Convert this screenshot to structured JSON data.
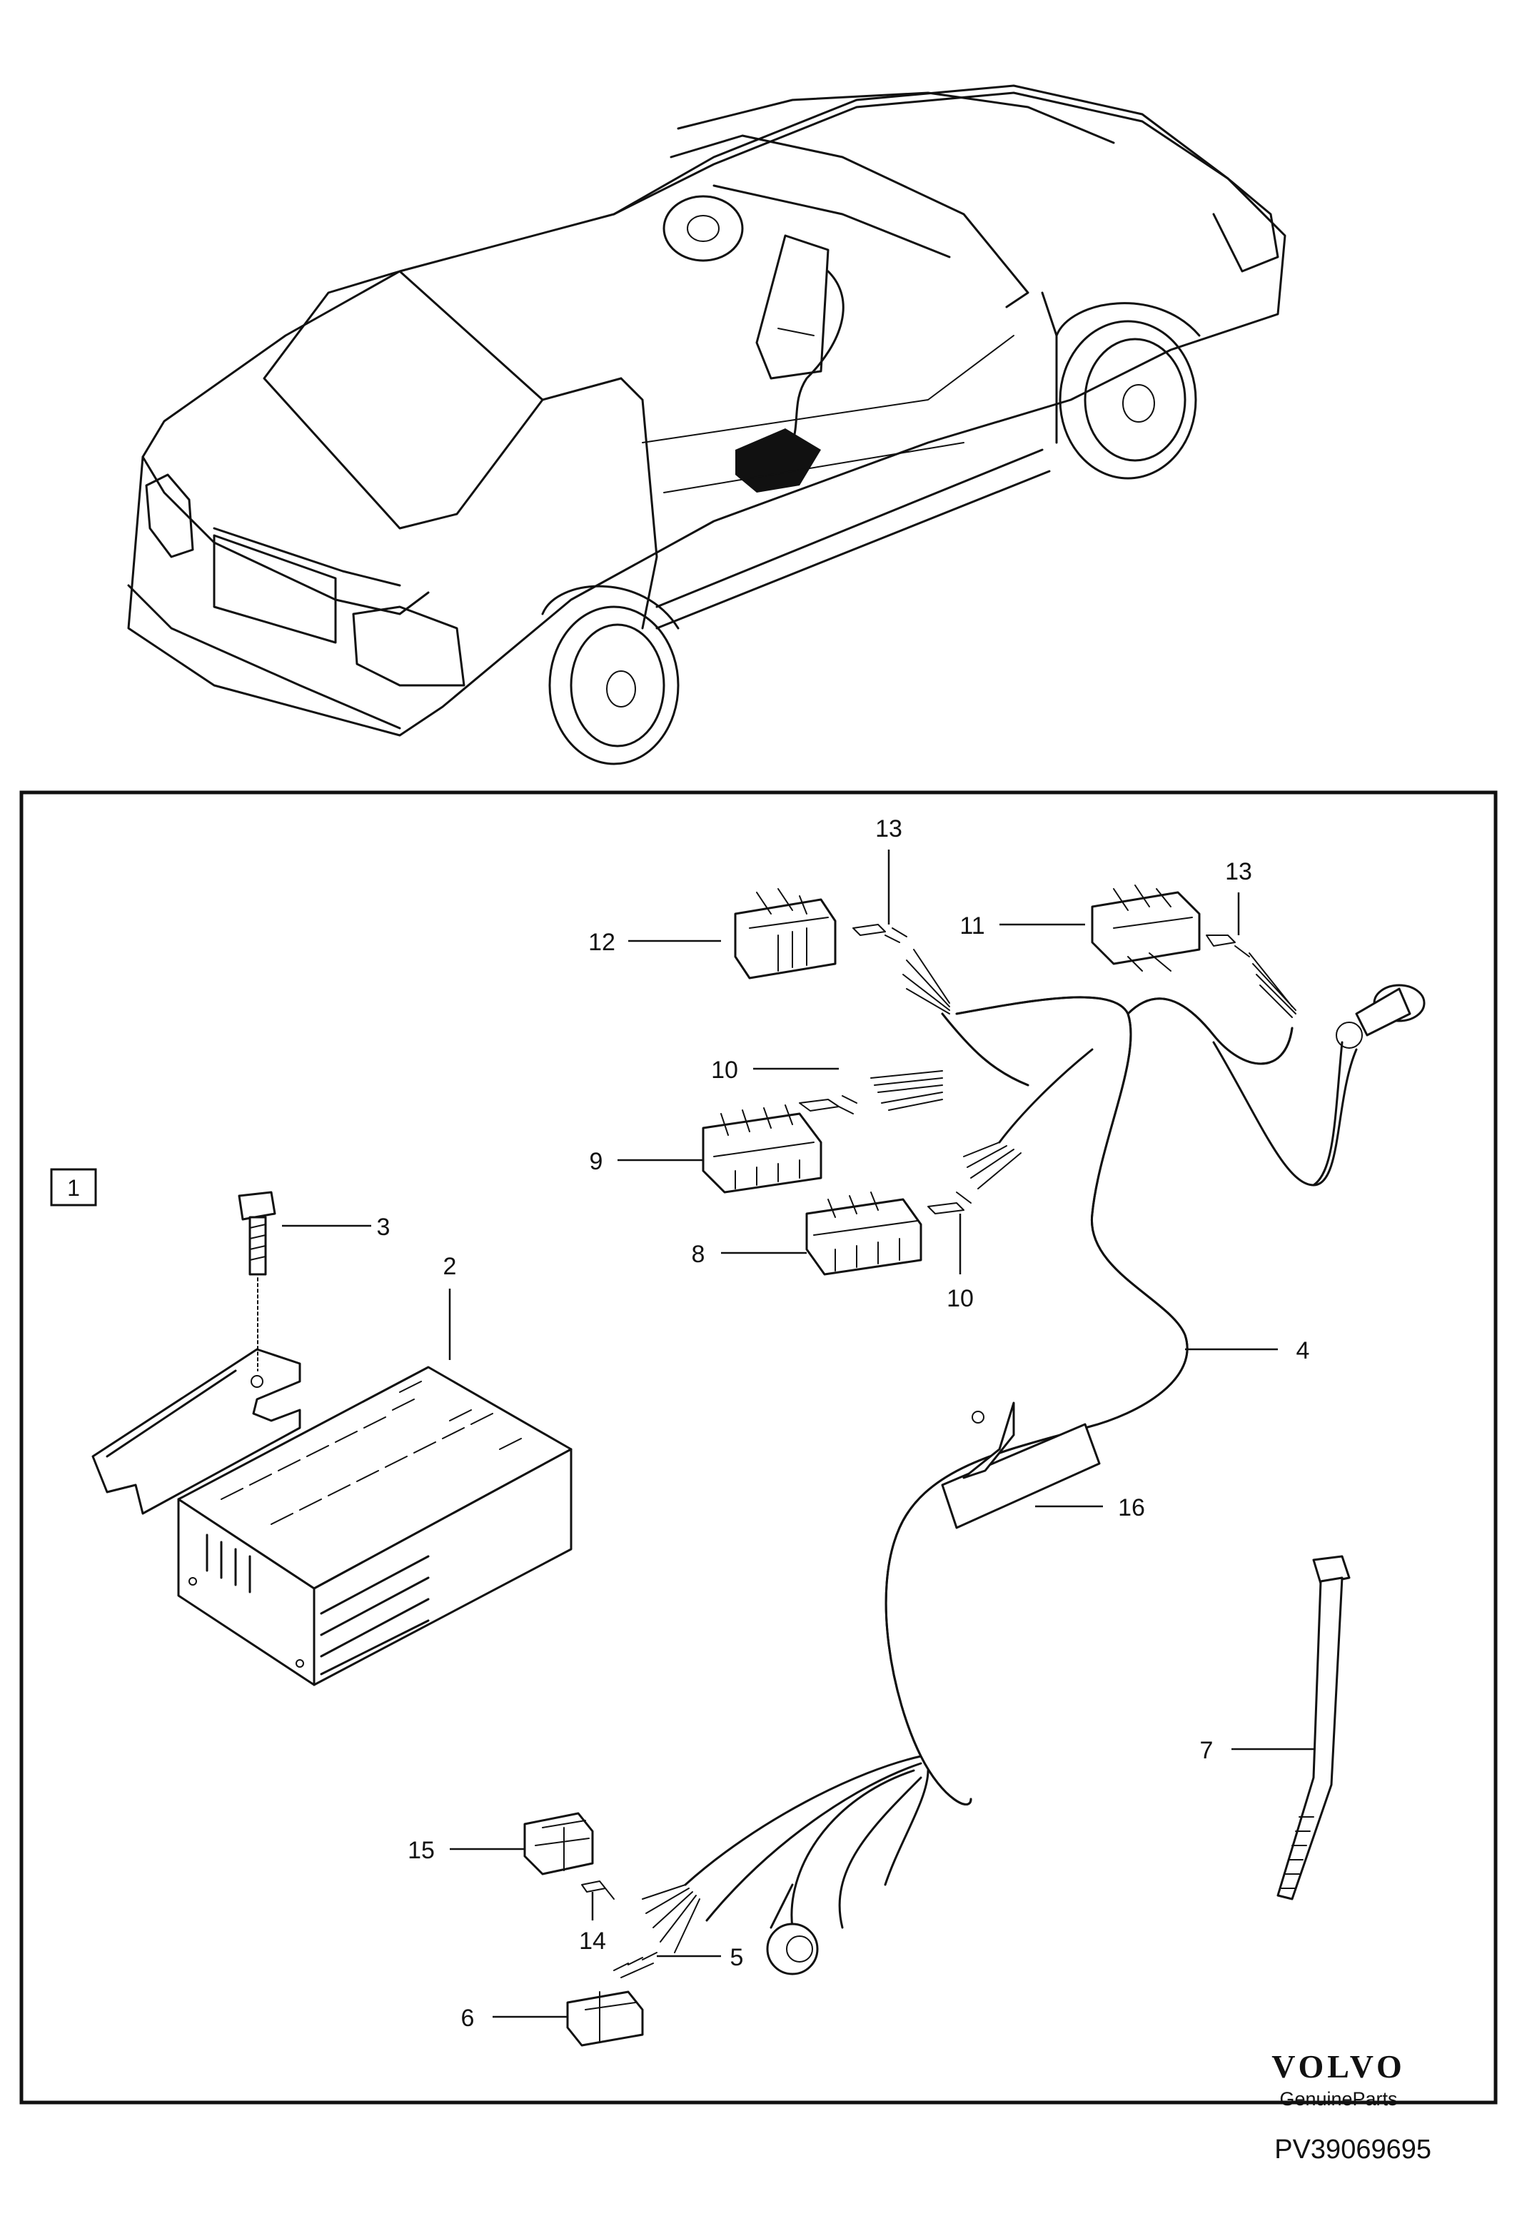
{
  "callouts": [
    {
      "id": "c1",
      "label": "1"
    },
    {
      "id": "c2",
      "label": "2"
    },
    {
      "id": "c3",
      "label": "3"
    },
    {
      "id": "c4",
      "label": "4"
    },
    {
      "id": "c5",
      "label": "5"
    },
    {
      "id": "c6",
      "label": "6"
    },
    {
      "id": "c7",
      "label": "7"
    },
    {
      "id": "c8",
      "label": "8"
    },
    {
      "id": "c9",
      "label": "9"
    },
    {
      "id": "c10a",
      "label": "10"
    },
    {
      "id": "c10b",
      "label": "10"
    },
    {
      "id": "c11",
      "label": "11"
    },
    {
      "id": "c12",
      "label": "12"
    },
    {
      "id": "c13a",
      "label": "13"
    },
    {
      "id": "c13b",
      "label": "13"
    },
    {
      "id": "c14",
      "label": "14"
    },
    {
      "id": "c15",
      "label": "15"
    },
    {
      "id": "c16",
      "label": "16"
    }
  ],
  "brand": {
    "name": "VOLVO",
    "tagline": "GenuineParts"
  },
  "diagram_code": "PV39069695"
}
